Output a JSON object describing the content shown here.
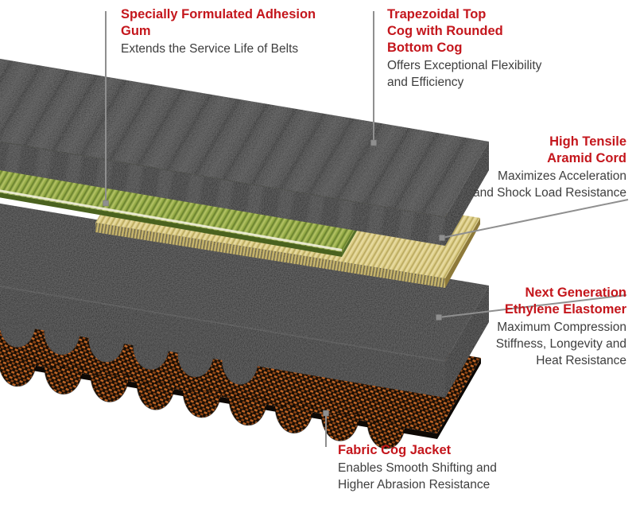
{
  "labels": [
    {
      "id": "adhesion-gum",
      "heading": "Specially Formulated Adhesion\nGum",
      "body": "Extends the Service Life of Belts"
    },
    {
      "id": "top-cog",
      "heading": "Trapezoidal Top\nCog with Rounded\nBottom Cog",
      "body": "Offers Exceptional Flexibility\nand Efficiency"
    },
    {
      "id": "aramid-cord",
      "heading": "High Tensile\nAramid Cord",
      "body": "Maximizes Acceleration\nand Shock Load Resistance"
    },
    {
      "id": "ethylene-elastomer",
      "heading": "Next Generation\nEthylene Elastomer",
      "body": "Maximum Compression\nStiffness, Longevity and\nHeat Resistance"
    },
    {
      "id": "fabric-cog-jacket",
      "heading": "Fabric Cog Jacket",
      "body": "Enables Smooth Shifting and\nHigher Abrasion Resistance"
    }
  ],
  "colors": {
    "heading_red": "#c4161c",
    "body_text": "#3e3e3e",
    "leader_gray": "#8f8f8f",
    "gum_green": "#8aa23e",
    "aramid_yellow": "#d8c87e",
    "rubber_black": "#1f1f1f",
    "fabric_orange": "#bf6526",
    "background": "#ffffff"
  }
}
